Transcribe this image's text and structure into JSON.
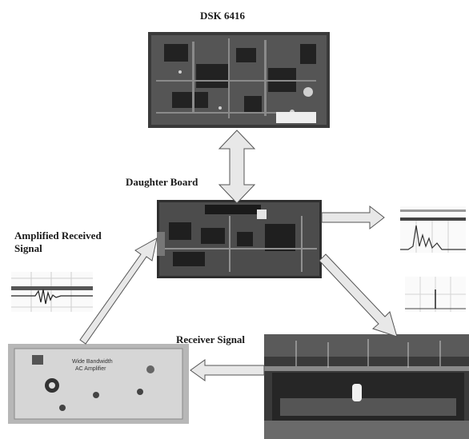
{
  "labels": {
    "dsk": "DSK 6416",
    "daughter_board": "Daughter Board",
    "amplified_line1": "Amplified Received",
    "amplified_line2": "Signal",
    "receiver_signal": "Receiver Signal"
  },
  "amplifier_panel": {
    "line1": "Wide Bandwidth",
    "line2": "AC Amplifier"
  },
  "colors": {
    "pcb_dark": "#2b2b2b",
    "pcb_mid": "#6e6e6e",
    "arrow_fill": "#e8e8e8",
    "arrow_stroke": "#555555",
    "amp_panel": "#c9c9c9"
  }
}
